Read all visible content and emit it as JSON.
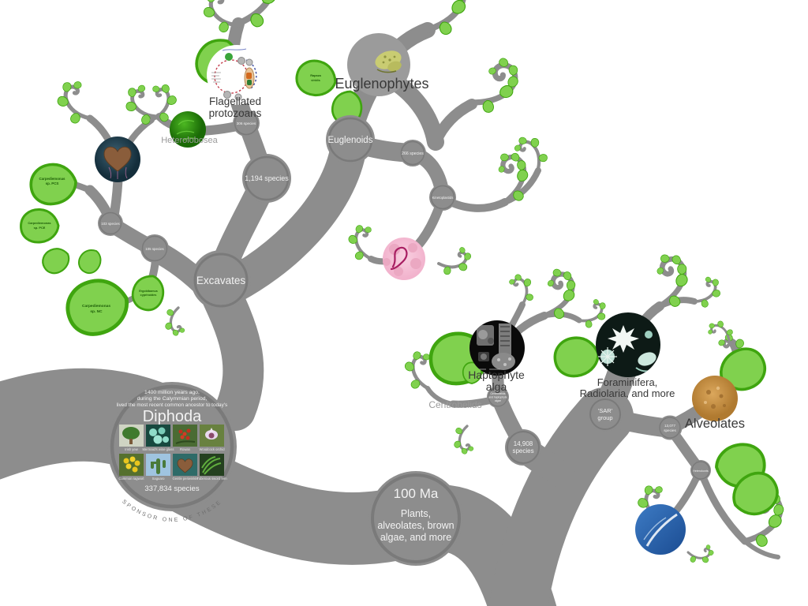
{
  "colors": {
    "background": "#ffffff",
    "branch": "#8d8d8d",
    "node_ring": "#7a7a7a",
    "leaf_fill": "#80d14e",
    "leaf_stroke": "#3fa50f",
    "label_dark": "#383838",
    "label_gray": "#9a9a9a",
    "node_text": "#f2f2f2"
  },
  "clade_labels": {
    "flagellated_protozoans": {
      "lines": [
        "Flagellated",
        "protozoans"
      ]
    },
    "heterolobosea": {
      "text": "Heterolobosea"
    },
    "euglenophytes": {
      "text": "Euglenophytes"
    },
    "haptophyte_alga": {
      "lines": [
        "Haptophyte",
        "alga"
      ]
    },
    "foraminifera_radiolaria": {
      "lines": [
        "Foraminifera,",
        "Radiolaria, and more"
      ]
    },
    "alveolates": {
      "text": "Alveolates"
    },
    "centrohelids": {
      "text": "Centrohelids"
    }
  },
  "interior_nodes": {
    "excavates": {
      "text": "Excavates"
    },
    "euglenoids": {
      "text": "Euglenoids"
    },
    "kinetoplastids": {
      "text": "Kinetoplastids"
    },
    "species_1194": {
      "text": "1,194 species"
    },
    "species_266": {
      "text": "266 species"
    },
    "species_306": {
      "text": "306 species"
    },
    "species_103": {
      "text": "103 species"
    },
    "species_105": {
      "text": "105 species"
    },
    "species_14908": {
      "lines": [
        "14,908",
        "species"
      ]
    },
    "species_13077": {
      "lines": [
        "13,077",
        "species"
      ]
    },
    "sar_group": {
      "lines": [
        "'SAR'",
        "group"
      ]
    },
    "heterokonts": {
      "text": "Heterokonts"
    },
    "haptista": {
      "lines": [
        "Centrohelids",
        "and haptophyte",
        "algae"
      ]
    }
  },
  "age_node": {
    "age": "100 Ma",
    "description": [
      "Plants,",
      "alveolates, brown",
      "algae, and more"
    ]
  },
  "diphoda": {
    "intro": [
      "1400 million years ago,",
      "during the Calymmian period,",
      "lived the most recent common ancestor to today's"
    ],
    "name": "Diphoda",
    "species_count": "337,834 species",
    "sponsor_arc": "SPONSOR ONE OF THESE",
    "gallery": [
      {
        "caption": "Irish yew"
      },
      {
        "caption": "Mermaid's wine glass"
      },
      {
        "caption": "Rowan"
      },
      {
        "caption": "Woodcock orchid"
      },
      {
        "caption": "Common ragwort"
      },
      {
        "caption": "Saguaro"
      },
      {
        "caption": "Gentle periwinkle"
      },
      {
        "caption": "Tuberous sword fern"
      }
    ]
  },
  "leaves": {
    "carpediemonas_pcs": {
      "lines": [
        "Carpediemonas",
        "sp. PCS"
      ]
    },
    "carpediemonas_pce": {
      "lines": [
        "Carpediemonas",
        "sp. PCE"
      ]
    },
    "carpediemonas_nc": {
      "lines": [
        "Carpediemonas",
        "sp. NC"
      ]
    },
    "ergobibamus": {
      "lines": [
        "Ergobibamus",
        "cyprinoides"
      ]
    },
    "rapaza": {
      "lines": [
        "Rapaza",
        "viridis"
      ]
    }
  }
}
